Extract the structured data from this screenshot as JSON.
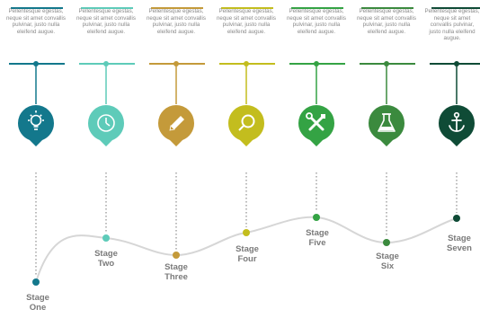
{
  "stages": [
    {
      "label_line1": "Stage",
      "label_line2": "One",
      "description": "Pellentesque egestas, neque sit amet convallis pulvinar, justo nulla eleifend augue.",
      "color": "#13788c",
      "icon": "lightbulb-icon"
    },
    {
      "label_line1": "Stage",
      "label_line2": "Two",
      "description": "Pellentesque egestas, neque sit amet convallis pulvinar, justo nulla eleifend augue.",
      "color": "#5ecbb9",
      "icon": "clock-icon"
    },
    {
      "label_line1": "Stage",
      "label_line2": "Three",
      "description": "Pellentesque egestas, neque sit amet convallis pulvinar, justo nulla eleifend augue.",
      "color": "#c49a3a",
      "icon": "pencil-icon"
    },
    {
      "label_line1": "Stage",
      "label_line2": "Four",
      "description": "Pellentesque egestas, neque sit amet convallis pulvinar, justo nulla eleifend augue.",
      "color": "#c3bd1e",
      "icon": "magnifier-icon"
    },
    {
      "label_line1": "Stage",
      "label_line2": "Five",
      "description": "Pellentesque egestas, neque sit amet convallis pulvinar, justo nulla eleifend augue.",
      "color": "#34a344",
      "icon": "tools-icon"
    },
    {
      "label_line1": "Stage",
      "label_line2": "Six",
      "description": "Pellentesque egestas, neque sit amet convallis pulvinar, justo nulla eleifend augue.",
      "color": "#3b8a3e",
      "icon": "flask-icon"
    },
    {
      "label_line1": "Stage",
      "label_line2": "Seven",
      "description": "Pellentesque egestas, neque sit amet convallis pulvinar, justo nulla eleifend augue.",
      "color": "#0f4b36",
      "icon": "anchor-icon"
    }
  ]
}
